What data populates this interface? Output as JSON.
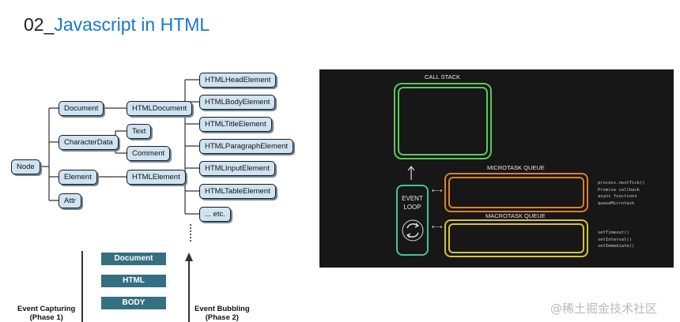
{
  "slide": {
    "number": "02_",
    "title": "Javascript in HTML"
  },
  "dom_tree": {
    "nodes": {
      "node": "Node",
      "document": "Document",
      "character_data": "CharacterData",
      "element": "Element",
      "attr": "Attr",
      "html_document": "HTMLDocument",
      "text": "Text",
      "comment": "Comment",
      "html_element": "HTMLElement",
      "html_head_element": "HTMLHeadElement",
      "html_body_element": "HTMLBodyElement",
      "html_title_element": "HTMLTitleElement",
      "html_paragraph_element": "HTMLParagraphElement",
      "html_input_element": "HTMLInputElement",
      "html_table_element": "HTMLTableElement",
      "etc": "... etc."
    }
  },
  "event_flow": {
    "boxes": [
      "Document",
      "HTML",
      "BODY"
    ],
    "capturing_label": "Event Capturing",
    "capturing_phase": "(Phase 1)",
    "bubbling_label": "Event Bubbling",
    "bubbling_phase": "(Phase 2)"
  },
  "event_loop": {
    "call_stack": "CALL STACK",
    "microtask_queue": "MICROTASK QUEUE",
    "macrotask_queue": "MACROTASK QUEUE",
    "event_loop_line1": "EVENT",
    "event_loop_line2": "LOOP",
    "microtask_apis": [
      "process.nextTick()",
      "Promise callback",
      "async functions",
      "queueMicrotask"
    ],
    "macrotask_apis": [
      "setTimeout()",
      "setInterval()",
      "setImmediate()"
    ],
    "colors": {
      "call_stack": "#58c85a",
      "microtask": "#d9812b",
      "macrotask": "#d6c23a",
      "event_loop": "#47c09a"
    }
  },
  "watermark": "@稀土掘金技术社区"
}
